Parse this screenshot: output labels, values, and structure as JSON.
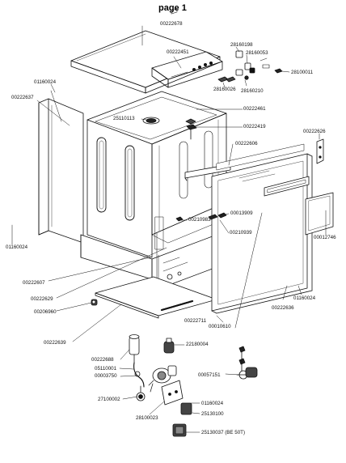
{
  "page": {
    "title": "page 1"
  },
  "parts": [
    {
      "id": "p00222678",
      "number": "00222678"
    },
    {
      "id": "p00222451",
      "number": "00222451"
    },
    {
      "id": "p28160198",
      "number": "28160198"
    },
    {
      "id": "p28160053",
      "number": "28160053"
    },
    {
      "id": "p28100011",
      "number": "28100011"
    },
    {
      "id": "p28160026",
      "number": "28160026"
    },
    {
      "id": "p28160210",
      "number": "28160210"
    },
    {
      "id": "p01160024a",
      "number": "01160024"
    },
    {
      "id": "p00222637",
      "number": "00222637"
    },
    {
      "id": "p00222461",
      "number": "00222461"
    },
    {
      "id": "p25110113",
      "number": "25110113"
    },
    {
      "id": "p00222419",
      "number": "00222419"
    },
    {
      "id": "p00222626",
      "number": "00222626"
    },
    {
      "id": "p00222606",
      "number": "00222606"
    },
    {
      "id": "p00013909",
      "number": "00013909"
    },
    {
      "id": "p00210983",
      "number": "00210983"
    },
    {
      "id": "p00210939",
      "number": "00210939"
    },
    {
      "id": "p00012746",
      "number": "00012746"
    },
    {
      "id": "p01160024b",
      "number": "01160024"
    },
    {
      "id": "p00222607",
      "number": "00222607"
    },
    {
      "id": "p00222629",
      "number": "00222629"
    },
    {
      "id": "p00206960",
      "number": "00206960"
    },
    {
      "id": "p01160024c",
      "number": "01160024"
    },
    {
      "id": "p00222636",
      "number": "00222636"
    },
    {
      "id": "p00222711",
      "number": "00222711"
    },
    {
      "id": "p00010610",
      "number": "00010610"
    },
    {
      "id": "p00222639",
      "number": "00222639"
    },
    {
      "id": "p22180004",
      "number": "22180004"
    },
    {
      "id": "p00222688",
      "number": "00222688"
    },
    {
      "id": "p05110001",
      "number": "05110001"
    },
    {
      "id": "p00003750",
      "number": "00003750"
    },
    {
      "id": "p00057151",
      "number": "00057151"
    },
    {
      "id": "p27100002",
      "number": "27100002"
    },
    {
      "id": "p01160024d",
      "number": "01160024"
    },
    {
      "id": "p25130100",
      "number": "25130100"
    },
    {
      "id": "p28100023",
      "number": "28100023"
    },
    {
      "id": "p25130037",
      "number": "25130037 (BE 50T)"
    }
  ]
}
